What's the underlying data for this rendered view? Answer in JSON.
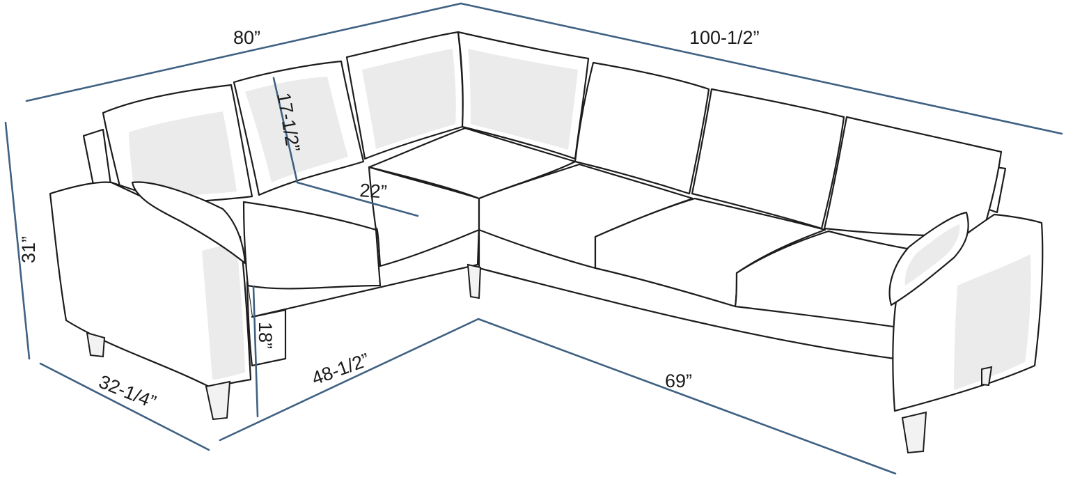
{
  "diagram": {
    "colors": {
      "dimension_line": "#3f6182",
      "outline": "#1c1c1c",
      "shading": "#ebebeb",
      "background": "#ffffff"
    },
    "dimensions": {
      "total_width_left": "80”",
      "total_width_right": "100-1/2”",
      "total_height": "31”",
      "depth": "32-1/4”",
      "back_cushion_height": "17-1/2”",
      "seat_depth": "22”",
      "seat_height": "18”",
      "inner_left_length": "48-1/2”",
      "inner_right_length": "69”"
    }
  }
}
